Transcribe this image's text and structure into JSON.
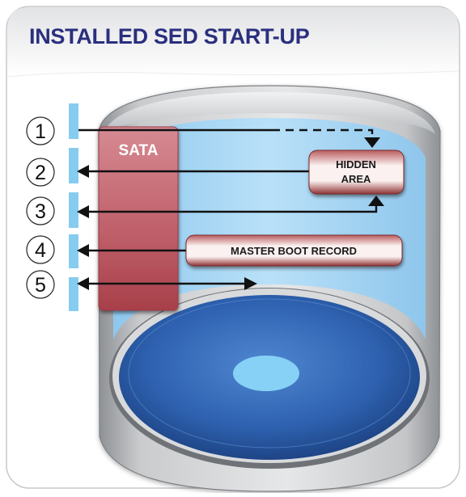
{
  "title": "INSTALLED SED START-UP",
  "bus_label": "SATA",
  "hidden_area": {
    "line1": "HIDDEN",
    "line2": "AREA"
  },
  "mbr_label": "MASTER BOOT RECORD",
  "steps": [
    {
      "number": "1"
    },
    {
      "number": "2"
    },
    {
      "number": "3"
    },
    {
      "number": "4"
    },
    {
      "number": "5"
    }
  ],
  "colors": {
    "title": "#2a2f7e",
    "sata_box": "#b5434d",
    "label_box": "#8f2f31",
    "platter": "#2c5fb0",
    "inner_wall": "#a8d8f6",
    "steel": "#a9acaf",
    "indicator_bar": "#86ccef"
  }
}
